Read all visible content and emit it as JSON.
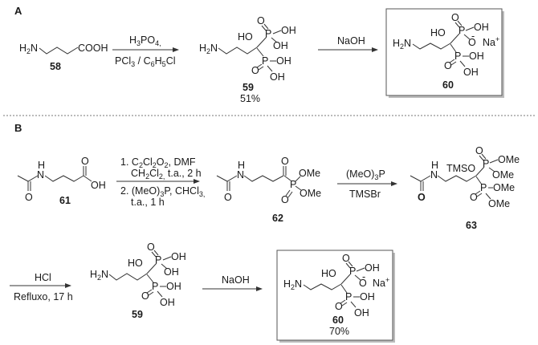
{
  "sections": {
    "A": {
      "label": "A",
      "compounds": {
        "c58": {
          "id": "58",
          "formula_left": "H2N",
          "group": "COOH"
        },
        "c59": {
          "id": "59",
          "yield": "51%"
        },
        "c60": {
          "id": "60"
        }
      },
      "steps": [
        {
          "above": "H3PO4,",
          "below": "PCl3 / C6H5Cl"
        },
        {
          "above": "NaOH",
          "below": ""
        }
      ]
    },
    "B": {
      "label": "B",
      "compounds": {
        "c61": {
          "id": "61"
        },
        "c62": {
          "id": "62"
        },
        "c63": {
          "id": "63"
        },
        "c59": {
          "id": "59"
        },
        "c60": {
          "id": "60",
          "yield": "70%"
        }
      },
      "steps": [
        {
          "above_1": "1. C2Cl2O2, DMF",
          "above_2": "CH2Cl2, t.a., 2 h",
          "below_1": "2. (MeO)3P, CHCl3,",
          "below_2": "t.a., 1 h"
        },
        {
          "above": "(MeO)3P",
          "below": "TMSBr"
        },
        {
          "above": "HCl",
          "below": "Refluxo, 17 h"
        },
        {
          "above": "NaOH",
          "below": ""
        }
      ]
    }
  },
  "atoms": {
    "H2N": "H",
    "N": "N",
    "HO": "HO",
    "OH": "OH",
    "O": "O",
    "P": "P",
    "Na": "Na",
    "plus": "+",
    "minus": "-",
    "OMe": "OMe",
    "TMSO": "TMSO",
    "COOH": "COOH",
    "H": "H"
  }
}
